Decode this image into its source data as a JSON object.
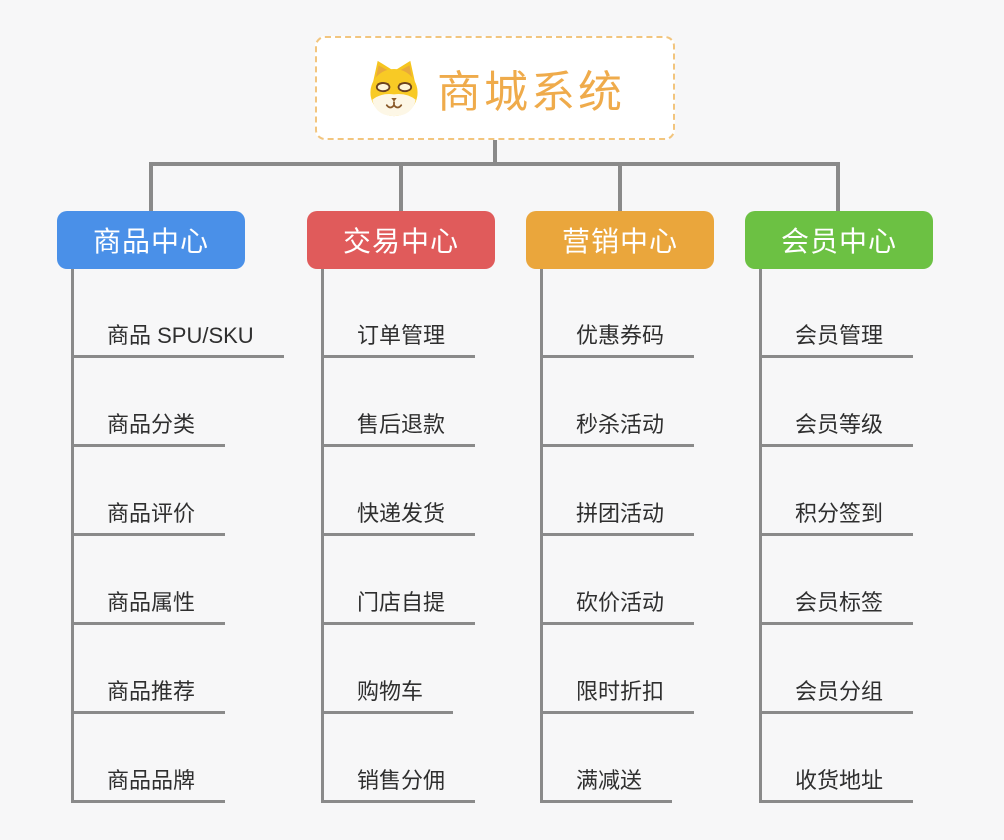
{
  "root": {
    "title": "商城系统",
    "icon": "shiba-dog-icon"
  },
  "colors": {
    "background": "#f7f7f8",
    "root_border": "#f2c57e",
    "root_title": "#efab4b",
    "connector": "#8a8a8a",
    "leaf_text": "#2f2f2f"
  },
  "branches": [
    {
      "label": "商品中心",
      "color": "#4a90e8",
      "items": [
        "商品 SPU/SKU",
        "商品分类",
        "商品评价",
        "商品属性",
        "商品推荐",
        "商品品牌"
      ]
    },
    {
      "label": "交易中心",
      "color": "#e05b5b",
      "items": [
        "订单管理",
        "售后退款",
        "快递发货",
        "门店自提",
        "购物车",
        "销售分佣"
      ]
    },
    {
      "label": "营销中心",
      "color": "#eaa63c",
      "items": [
        "优惠券码",
        "秒杀活动",
        "拼团活动",
        "砍价活动",
        "限时折扣",
        "满减送"
      ]
    },
    {
      "label": "会员中心",
      "color": "#6cc143",
      "items": [
        "会员管理",
        "会员等级",
        "积分签到",
        "会员标签",
        "会员分组",
        "收货地址"
      ]
    }
  ]
}
